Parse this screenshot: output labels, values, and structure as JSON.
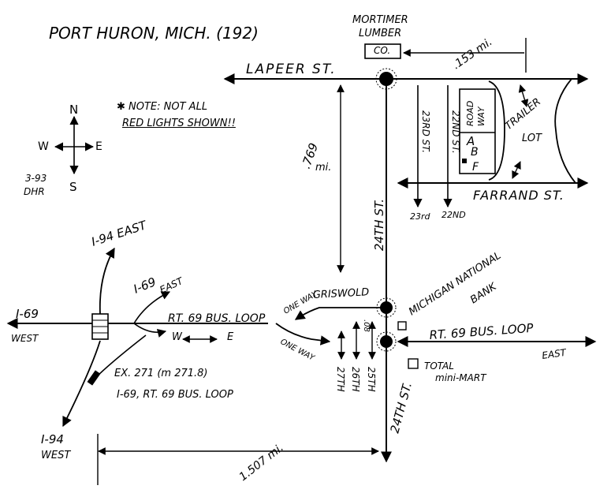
{
  "title": "PORT HURON, MICH. (192)",
  "business": {
    "line1": "MORTIMER",
    "line2": "LUMBER",
    "box": "CO."
  },
  "note": {
    "line1": "✱ NOTE: NOT ALL",
    "line2": "RED LIGHTS SHOWN!!"
  },
  "compass": {
    "n": "N",
    "s": "S",
    "e": "E",
    "w": "W"
  },
  "date": {
    "line1": "3-93",
    "line2": "DHR"
  },
  "streets": {
    "lapeer": "LAPEER ST.",
    "farrand": "FARRAND ST.",
    "st24": "24TH ST.",
    "st24_lower": "24TH ST.",
    "st23": "23RD ST.",
    "st22": "22ND ST.",
    "st23_end": "23rd",
    "st22_end": "22ND",
    "griswold": "GRISWOLD",
    "st27": "27TH",
    "st26": "26TH",
    "st25": "25TH",
    "bus_loop_west": "RT. 69 BUS. LOOP",
    "bus_loop_east": "RT. 69 BUS. LOOP",
    "east": "EAST",
    "one_way_1": "ONE WAY",
    "one_way_2": "ONE WAY",
    "w_e_w": "W",
    "w_e_e": "E"
  },
  "distances": {
    "d153": ".153 mi.",
    "d769": ".769",
    "d769u": "mi.",
    "d08": ".08",
    "d1507": "1.507 mi."
  },
  "lot": {
    "roadway1": "ROAD",
    "roadway2": "WAY",
    "a": "A",
    "b": "B",
    "f": "F",
    "trailer1": "TRAILER",
    "trailer2": "LOT"
  },
  "highways": {
    "i94e": "I-94 EAST",
    "i69e1": "I-69",
    "i69e2": "EAST",
    "i69w1": "I-69",
    "i69w2": "WEST",
    "i94w1": "I-94",
    "i94w2": "WEST",
    "exit1": "EX. 271 (m 271.8)",
    "exit2": "I-69, RT. 69 BUS. LOOP"
  },
  "landmarks": {
    "bank1": "MICHIGAN NATIONAL",
    "bank2": "BANK",
    "mart1": "TOTAL",
    "mart2": "mini-MART"
  }
}
